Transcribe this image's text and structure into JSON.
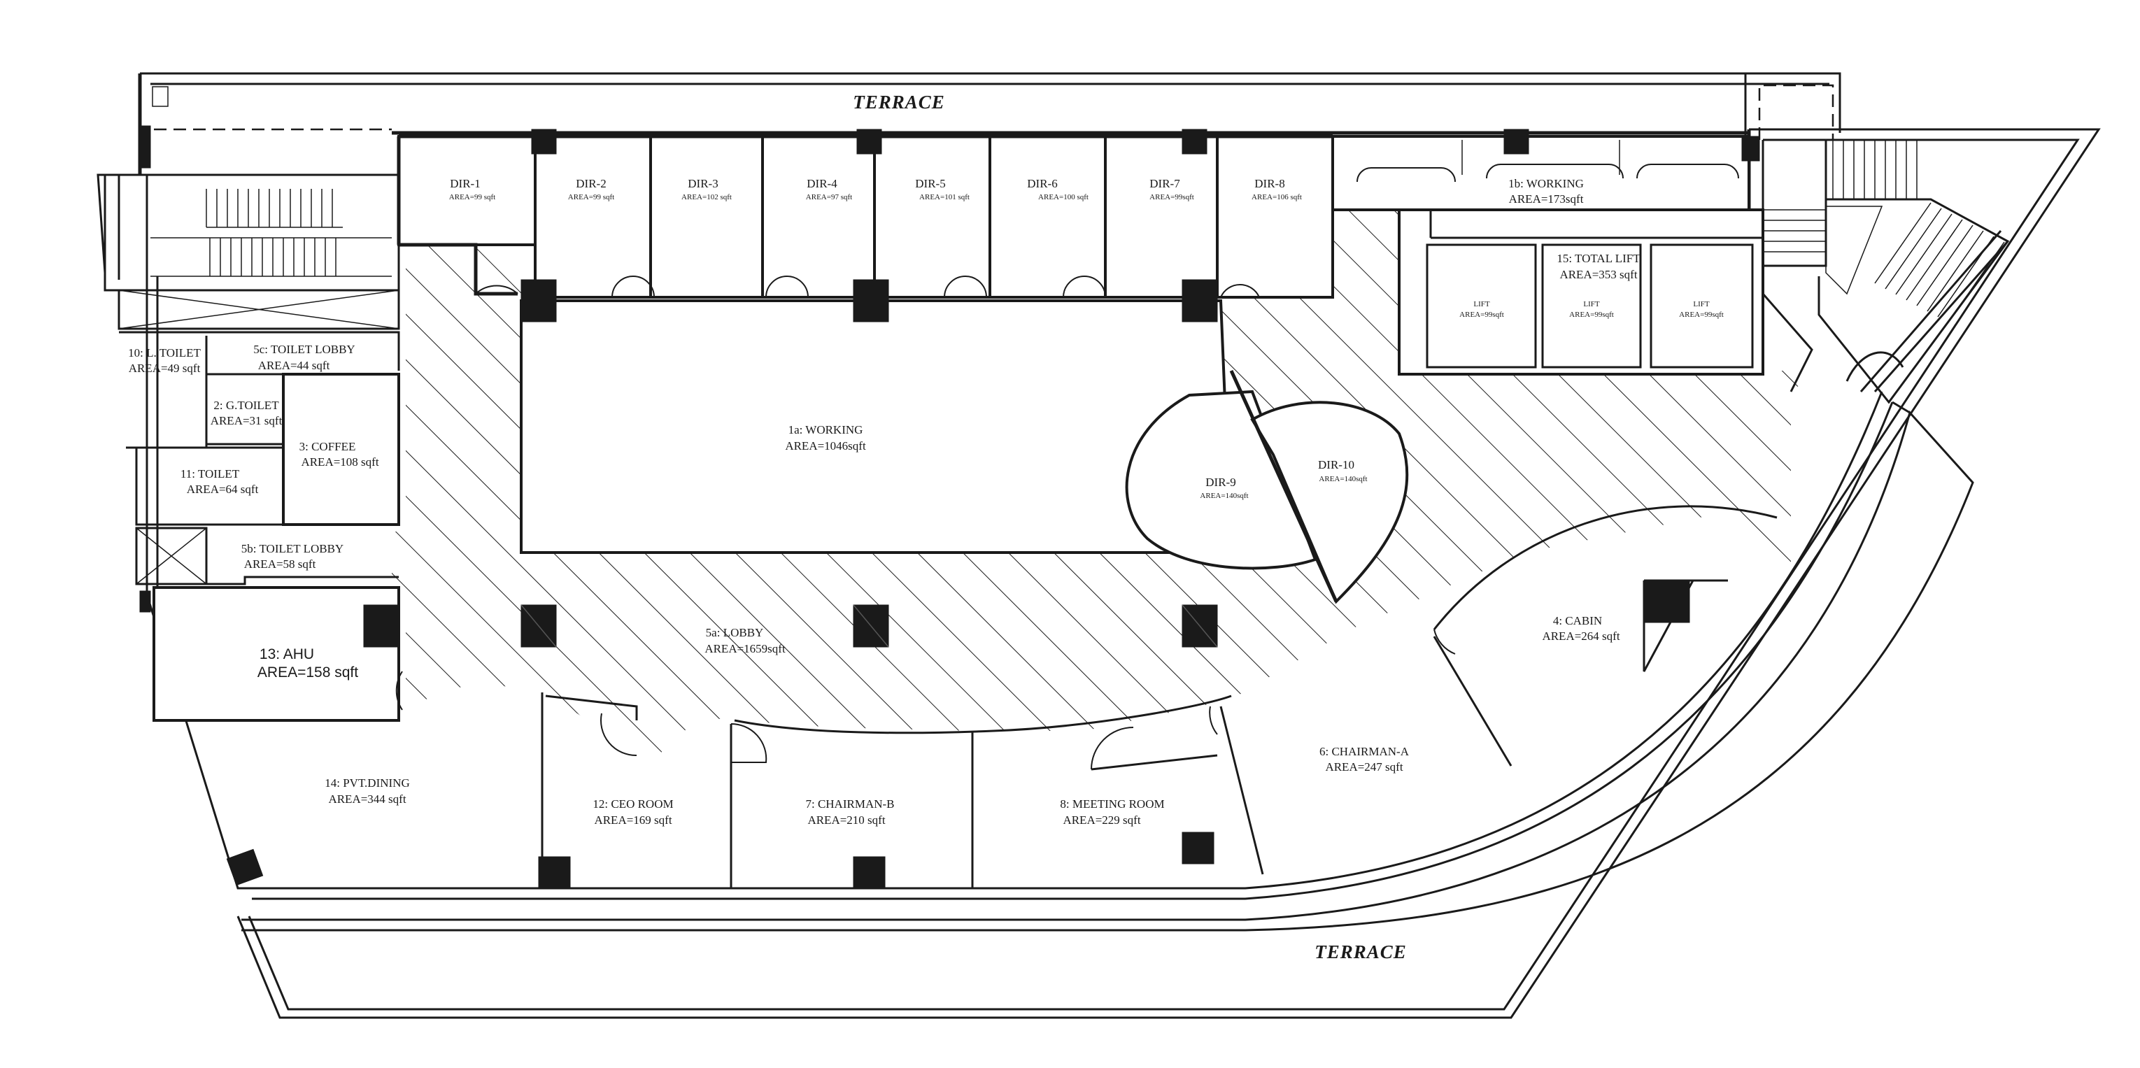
{
  "terrace_top": "TERRACE",
  "terrace_bottom": "TERRACE",
  "rooms": {
    "dir1": {
      "name": "DIR-1",
      "area": "AREA=99 sqft"
    },
    "dir2": {
      "name": "DIR-2",
      "area": "AREA=99 sqft"
    },
    "dir3": {
      "name": "DIR-3",
      "area": "AREA=102 sqft"
    },
    "dir4": {
      "name": "DIR-4",
      "area": "AREA=97 sqft"
    },
    "dir5": {
      "name": "DIR-5",
      "area": "AREA=101 sqft"
    },
    "dir6": {
      "name": "DIR-6",
      "area": "AREA=100 sqft"
    },
    "dir7": {
      "name": "DIR-7",
      "area": "AREA=99sqft"
    },
    "dir8": {
      "name": "DIR-8",
      "area": "AREA=106 sqft"
    },
    "dir9": {
      "name": "DIR-9",
      "area": "AREA=140sqft"
    },
    "dir10": {
      "name": "DIR-10",
      "area": "AREA=140sqft"
    },
    "working_1b": {
      "name": "1b: WORKING",
      "area": "AREA=173sqft"
    },
    "total_lift": {
      "name": "15: TOTAL LIFT",
      "area": "AREA=353 sqft"
    },
    "lift1": {
      "name": "LIFT",
      "area": "AREA=99sqft"
    },
    "lift2": {
      "name": "LIFT",
      "area": "AREA=99sqft"
    },
    "lift3": {
      "name": "LIFT",
      "area": "AREA=99sqft"
    },
    "toilet10": {
      "name": "10: L. TOILET",
      "area": "AREA=49 sqft"
    },
    "toilet_lobby_5c": {
      "name": "5c: TOILET LOBBY",
      "area": "AREA=44 sqft"
    },
    "g_toilet": {
      "name": "2: G.TOILET",
      "area": "AREA=31 sqft"
    },
    "coffee": {
      "name": "3: COFFEE",
      "area": "AREA=108 sqft"
    },
    "toilet11": {
      "name": "11: TOILET",
      "area": "AREA=64 sqft"
    },
    "toilet_lobby_5b": {
      "name": "5b: TOILET LOBBY",
      "area": "AREA=58 sqft"
    },
    "working_1a": {
      "name": "1a: WORKING",
      "area": "AREA=1046sqft"
    },
    "ahu": {
      "name": "13: AHU",
      "area": "AREA=158 sqft"
    },
    "lobby": {
      "name": "5a: LOBBY",
      "area": "AREA=1659sqft"
    },
    "cabin": {
      "name": "4: CABIN",
      "area": "AREA=264 sqft"
    },
    "chairman_a": {
      "name": "6: CHAIRMAN-A",
      "area": "AREA=247 sqft"
    },
    "pvt_dining": {
      "name": "14: PVT.DINING",
      "area": "AREA=344 sqft"
    },
    "ceo_room": {
      "name": "12: CEO ROOM",
      "area": "AREA=169 sqft"
    },
    "chairman_b": {
      "name": "7: CHAIRMAN-B",
      "area": "AREA=210 sqft"
    },
    "meeting_room": {
      "name": "8: MEETING ROOM",
      "area": "AREA=229 sqft"
    }
  }
}
